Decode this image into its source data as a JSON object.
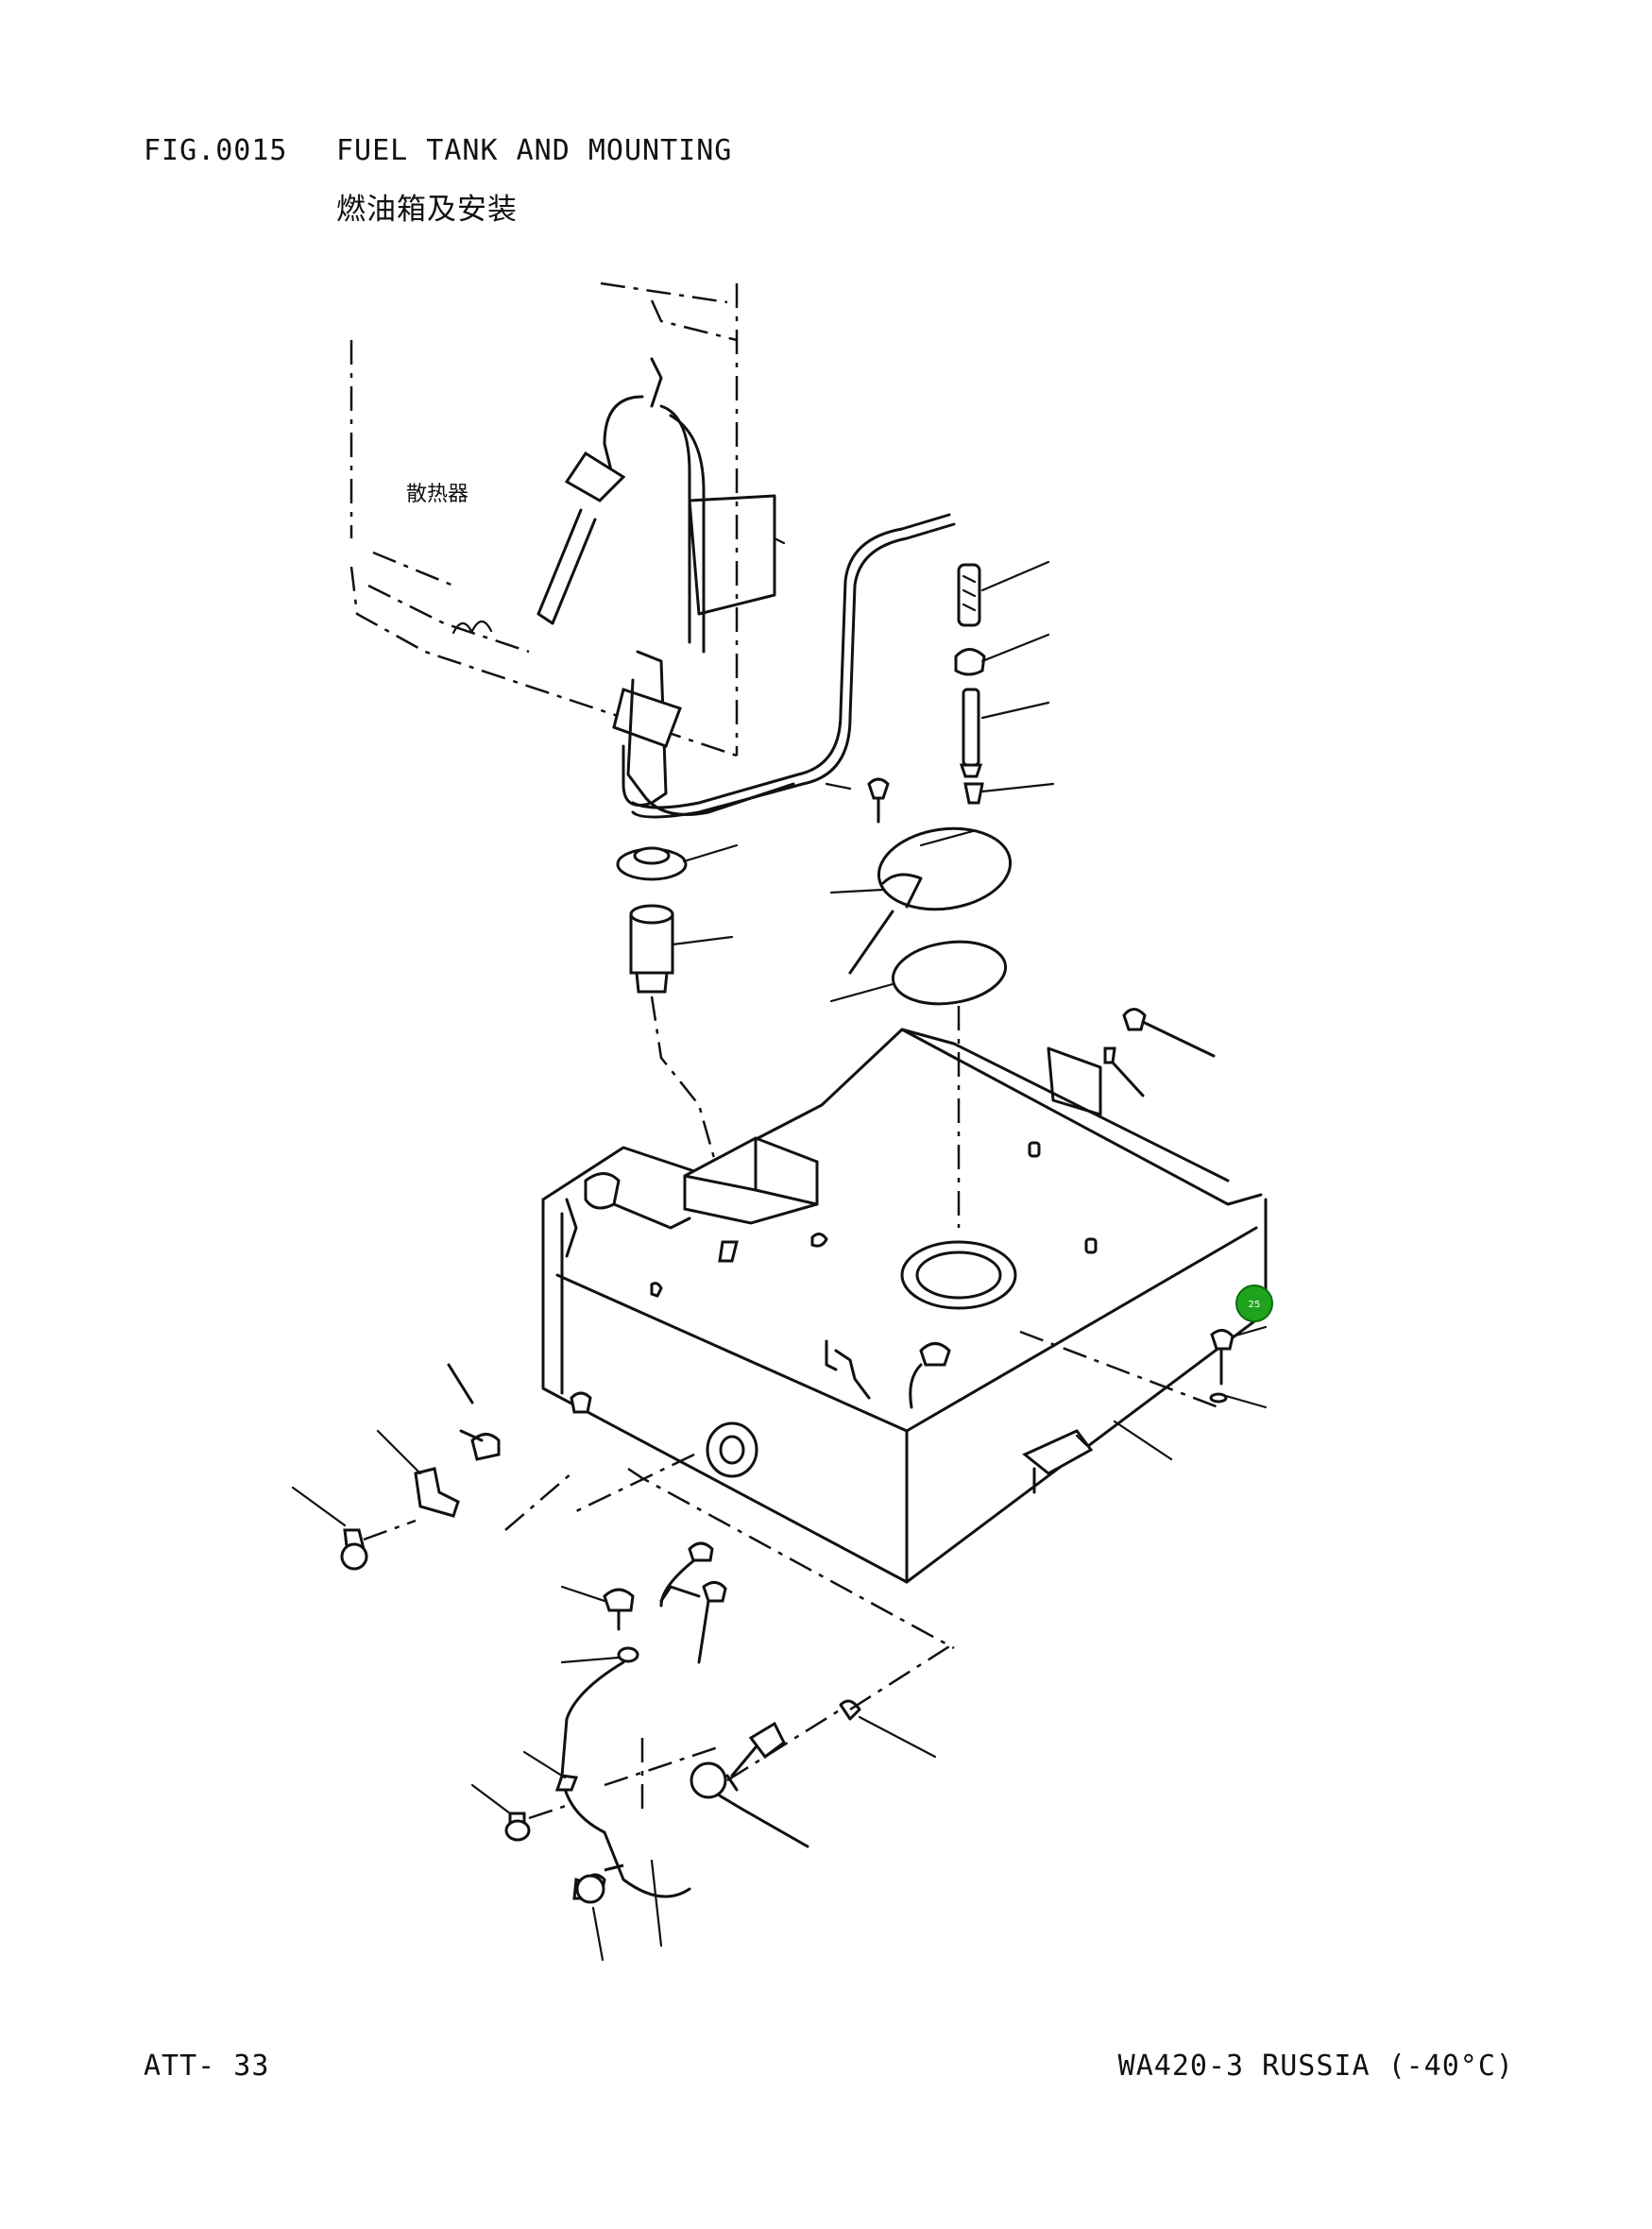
{
  "header": {
    "figure_number": "FIG.0015",
    "title": "FUEL TANK AND MOUNTING",
    "title_cn": "燃油箱及安装"
  },
  "diagram": {
    "radiator_label": "散热器",
    "callout": {
      "label": "25",
      "color": "#1fa31f"
    }
  },
  "footer": {
    "page": "ATT- 33",
    "model": "WA420-3 RUSSIA (-40°C)"
  }
}
